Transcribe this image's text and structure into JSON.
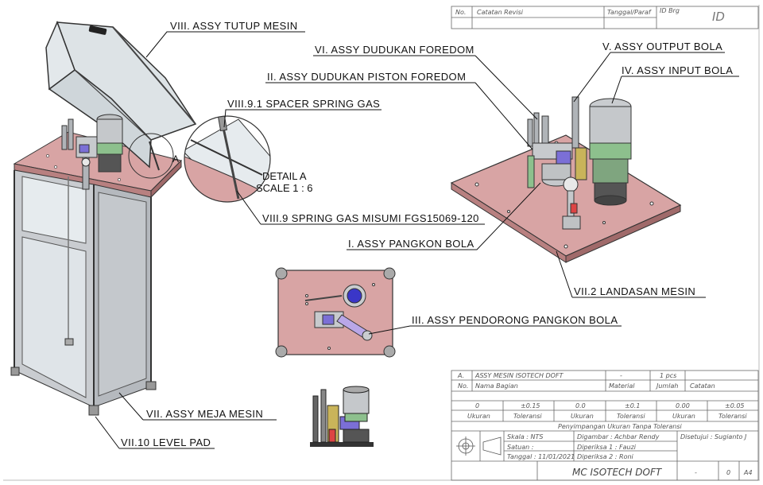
{
  "labels": {
    "tutup_mesin": "VIII. ASSY TUTUP MESIN",
    "dudukan_foredom": "VI. ASSY DUDUKAN FOREDOM",
    "output_bola": "V. ASSY OUTPUT BOLA",
    "input_bola": "IV. ASSY INPUT BOLA",
    "dudukan_piston": "II. ASSY DUDUKAN PISTON FOREDOM",
    "spacer_spring": "VIII.9.1 SPACER SPRING GAS",
    "detail_title": "DETAIL A",
    "detail_scale": "SCALE 1 : 6",
    "detail_marker": "A",
    "spring_gas": "VIII.9 SPRING GAS MISUMI FGS15069-120",
    "pangkon_bola": "I. ASSY PANGKON BOLA",
    "landasan_mesin": "VII.2 LANDASAN MESIN",
    "pendorong": "III. ASSY PENDORONG PANGKON BOLA",
    "meja_mesin": "VII. ASSY MEJA MESIN",
    "level_pad": "VII.10 LEVEL PAD"
  },
  "revision": {
    "no": "No.",
    "catatan": "Catatan Revisi",
    "tanggal": "Tanggal/Paraf",
    "id_brg": "ID Brg",
    "id": "ID"
  },
  "titleblock": {
    "item_no": "A.",
    "item_name": "ASSY MESIN ISOTECH DOFT",
    "item_material": "-",
    "item_qty": "1 pcs",
    "h_no": "No.",
    "h_nama": "Nama Bagian",
    "h_material": "Material",
    "h_jumlah": "Jumlah",
    "h_catatan": "Catatan",
    "tol_values": [
      "0",
      "±0.15",
      "0.0",
      "±0.1",
      "0.00",
      "±0.05"
    ],
    "tol_headers": [
      "Ukuran",
      "Toleransi",
      "Ukuran",
      "Toleransi",
      "Ukuran",
      "Toleransi"
    ],
    "tol_caption": "Penyimpangan Ukuran Tanpa Toleransi",
    "skala": "Skala   : NTS",
    "satuan": "Satuan  :",
    "tanggal": "Tanggal : 11/01/2021",
    "digambar": "Digambar : Achbar Rendy",
    "diperiksa1": "Diperiksa 1 : Fauzi",
    "diperiksa2": "Diperiksa 2 : Roni",
    "disetujui": "Disetujui   : Sugianto J",
    "title": "MC ISOTECH DOFT",
    "dash": "-",
    "sheet_no": "0",
    "size": "A4"
  }
}
